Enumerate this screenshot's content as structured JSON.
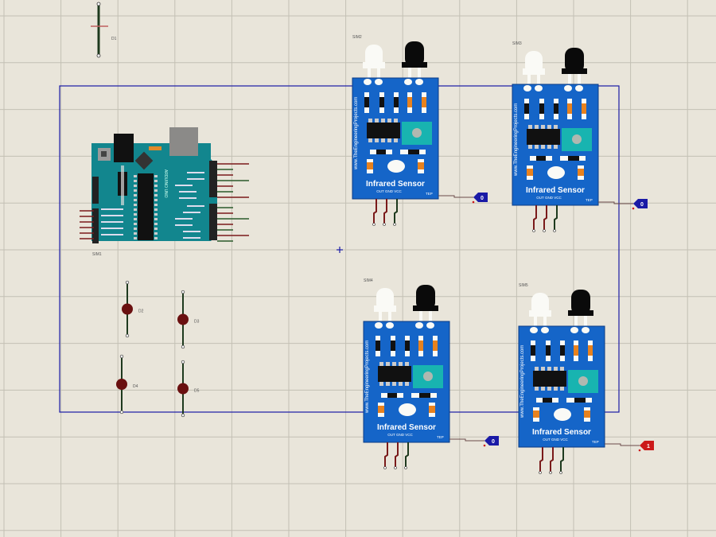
{
  "schematic": {
    "background_color": "#e9e5da",
    "grid_color": "#c3c0b4",
    "wire_color": "#1a1aa6",
    "arduino": {
      "label": "ARDUINO UNO",
      "ref": "SIM1"
    },
    "sensors": [
      {
        "ref": "SIM2",
        "title": "Infrared Sensor",
        "pins_label": "OUT GND VCC",
        "side_text": "www.TheEngineeringProjects.com",
        "brand": "TEP",
        "probe_value": "0",
        "probe_color": "#1a1aa6"
      },
      {
        "ref": "SIM3",
        "title": "Infrared Sensor",
        "pins_label": "OUT GND VCC",
        "side_text": "www.TheEngineeringProjects.com",
        "brand": "TEP",
        "probe_value": "0",
        "probe_color": "#1a1aa6"
      },
      {
        "ref": "SIM4",
        "title": "Infrared Sensor",
        "pins_label": "OUT GND VCC",
        "side_text": "www.TheEngineeringProjects.com",
        "brand": "TEP",
        "probe_value": "0",
        "probe_color": "#1a1aa6"
      },
      {
        "ref": "SIM5",
        "title": "Infrared Sensor",
        "pins_label": "OUT GND VCC",
        "side_text": "www.TheEngineeringProjects.com",
        "brand": "TEP",
        "probe_value": "1",
        "probe_color": "#cc1a1a"
      }
    ],
    "component_labels": [
      "D1",
      "D2",
      "D3",
      "D4",
      "D5"
    ],
    "board_color": "#1565c8",
    "arduino_color": "#12868e"
  }
}
